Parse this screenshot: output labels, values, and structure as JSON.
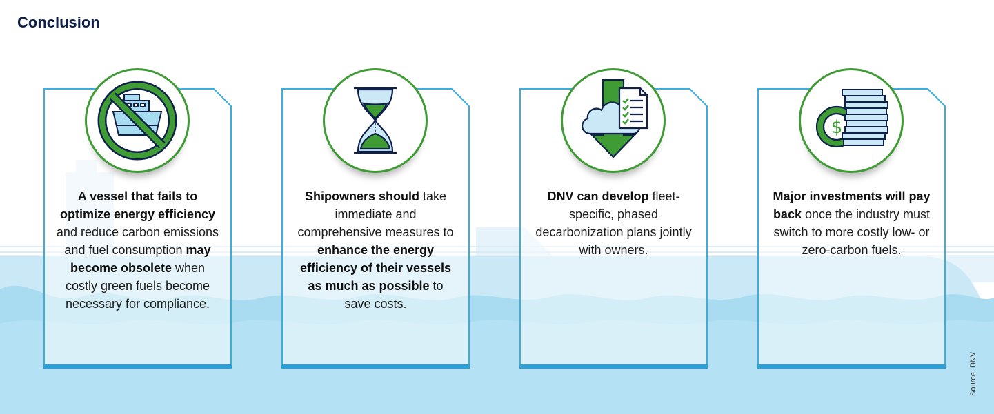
{
  "title": "Conclusion",
  "source": "Source: DNV",
  "colors": {
    "navy": "#0f204b",
    "green": "#3f9c35",
    "light_blue": "#a8dcf0",
    "line_blue": "#3aaee0"
  },
  "cards": [
    {
      "icon": "no-ship-icon",
      "segments": [
        {
          "t": "A vessel that fails to optimize energy efficiency",
          "b": true
        },
        {
          "t": " and reduce carbon emissions and fuel consumption ",
          "b": false
        },
        {
          "t": "may become obsolete",
          "b": true
        },
        {
          "t": " when costly green fuels become necessary for compliance.",
          "b": false
        }
      ]
    },
    {
      "icon": "hourglass-icon",
      "segments": [
        {
          "t": "Shipowners should",
          "b": true
        },
        {
          "t": " take immediate and comprehensive measures to ",
          "b": false
        },
        {
          "t": "enhance the energy efficiency of their vessels as much as possible",
          "b": true
        },
        {
          "t": " to save costs.",
          "b": false
        }
      ]
    },
    {
      "icon": "cloud-download-checklist-icon",
      "segments": [
        {
          "t": "DNV can develop",
          "b": true
        },
        {
          "t": " fleet-specific, phased decarbonization plans jointly with owners.",
          "b": false
        }
      ]
    },
    {
      "icon": "coins-dollar-icon",
      "segments": [
        {
          "t": "Major investments will pay back",
          "b": true
        },
        {
          "t": " once the industry must switch to more costly low- or zero-carbon fuels.",
          "b": false
        }
      ]
    }
  ]
}
